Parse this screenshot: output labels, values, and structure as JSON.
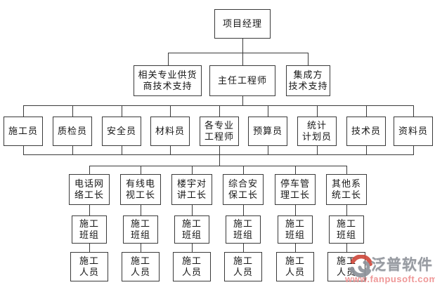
{
  "org_chart": {
    "level1": [
      {
        "label": "项目经理"
      }
    ],
    "level2": [
      {
        "label": [
          "相关专业供货",
          "商技术支持"
        ]
      },
      {
        "label": "主任工程师"
      },
      {
        "label": [
          "集成方",
          "技术支持"
        ]
      }
    ],
    "level3": [
      {
        "label": "施工员"
      },
      {
        "label": "质检员"
      },
      {
        "label": "安全员"
      },
      {
        "label": "材料员"
      },
      {
        "label": [
          "各专业",
          "工程师"
        ]
      },
      {
        "label": "预算员"
      },
      {
        "label": [
          "统计",
          "计划员"
        ]
      },
      {
        "label": "技术员"
      },
      {
        "label": "资料员"
      }
    ],
    "level4": [
      {
        "label": [
          "电话网",
          "络工长"
        ]
      },
      {
        "label": [
          "有线电",
          "视工长"
        ]
      },
      {
        "label": [
          "楼宇对",
          "讲工长"
        ]
      },
      {
        "label": [
          "综合安",
          "保工长"
        ]
      },
      {
        "label": [
          "停车管",
          "理工长"
        ]
      },
      {
        "label": [
          "其他系",
          "统工长"
        ]
      }
    ],
    "level5": [
      {
        "label": [
          "施工",
          "班组"
        ]
      },
      {
        "label": [
          "施工",
          "班组"
        ]
      },
      {
        "label": [
          "施工",
          "班组"
        ]
      },
      {
        "label": [
          "施工",
          "班组"
        ]
      },
      {
        "label": [
          "施工",
          "班组"
        ]
      },
      {
        "label": [
          "施工",
          "班组"
        ]
      }
    ],
    "level6": [
      {
        "label": [
          "施工",
          "人员"
        ]
      },
      {
        "label": [
          "施工",
          "人员"
        ]
      },
      {
        "label": [
          "施工",
          "人员"
        ]
      },
      {
        "label": [
          "施工",
          "人员"
        ]
      },
      {
        "label": [
          "施工",
          "人员"
        ]
      },
      {
        "label": [
          "施工",
          "人员"
        ]
      }
    ]
  },
  "watermark": {
    "brand": "泛普软件",
    "url": "www.fanpusoft.com",
    "brand_color": "#8f939a",
    "url_color": "#ee8f8f",
    "logo_red": "#cf4a3d",
    "logo_gray": "#8d929a"
  },
  "colors": {
    "background": "#ffffff",
    "line": "#3a3a3a",
    "box_border": "#3a3a3a",
    "text": "#161616"
  }
}
